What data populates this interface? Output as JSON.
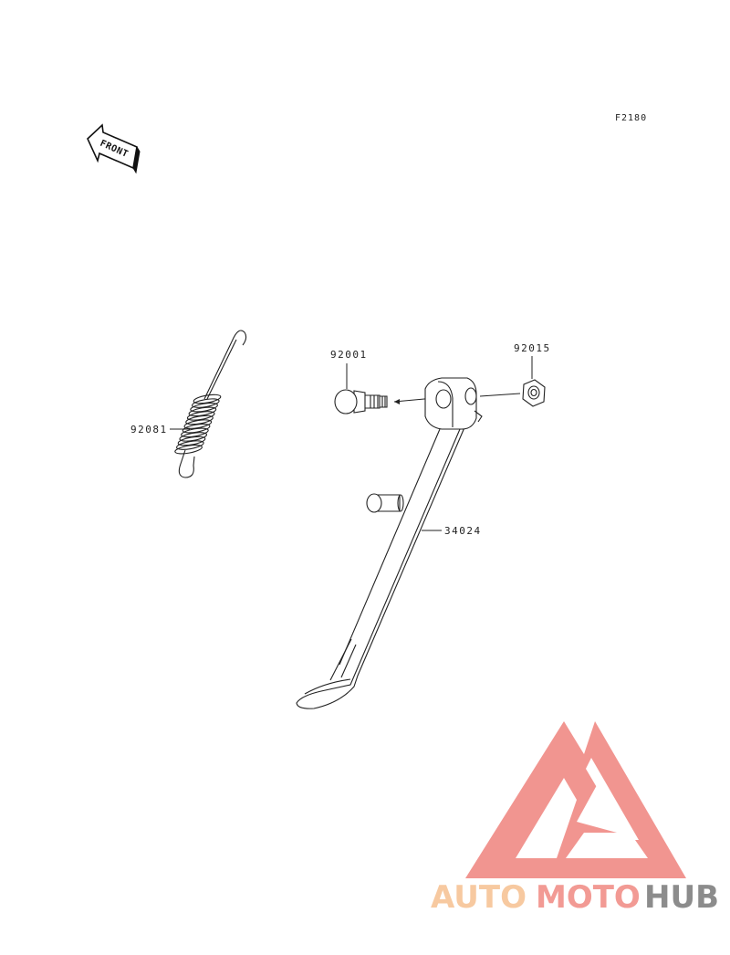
{
  "figure": {
    "code": "F2180",
    "front_label": "FRONT"
  },
  "parts": [
    {
      "number": "92081",
      "description_icon": "spring-icon"
    },
    {
      "number": "92001",
      "description_icon": "bolt-icon"
    },
    {
      "number": "92015",
      "description_icon": "nut-icon"
    },
    {
      "number": "34024",
      "description_icon": "side-stand-icon"
    }
  ],
  "watermark": {
    "part1": "AUTO",
    "part2": "MOTO",
    "part3": "HUB",
    "colors": {
      "auto": "#f7c9a0",
      "moto": "#f29a94",
      "hub": "#8c8c8c",
      "logo": "#f08a85"
    }
  }
}
